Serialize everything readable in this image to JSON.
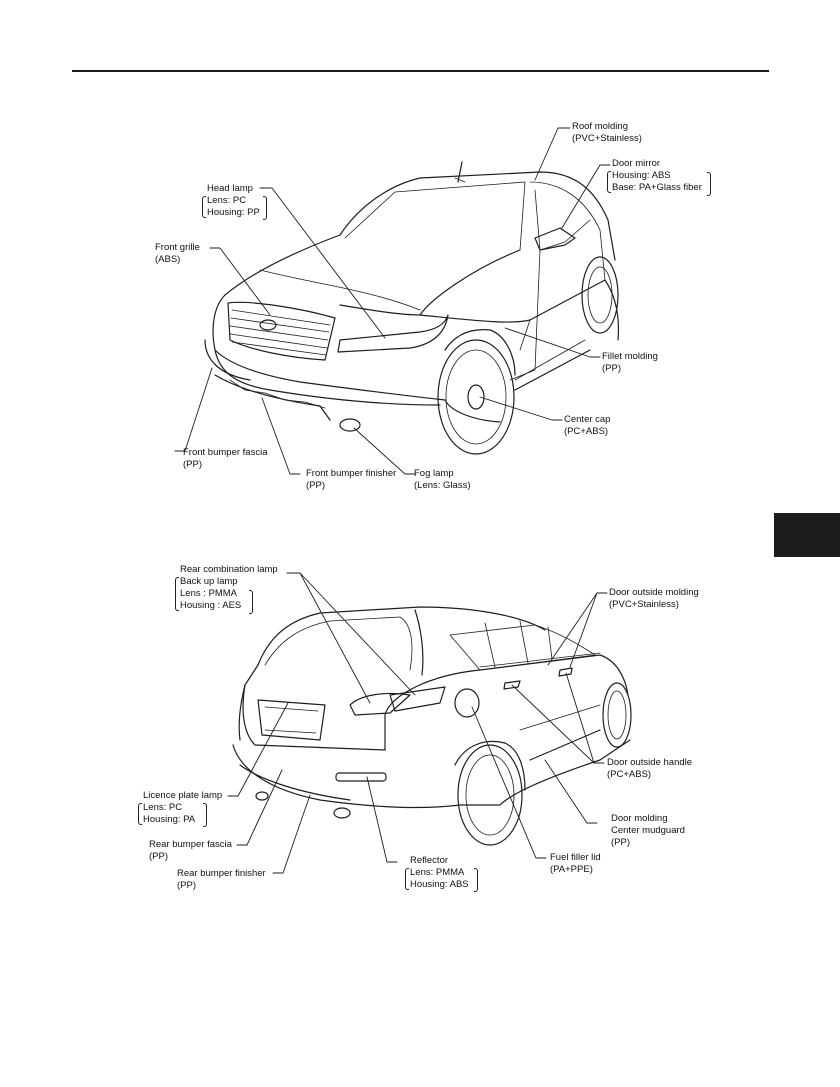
{
  "figure_front": {
    "labels": {
      "roof_molding": [
        "Roof molding",
        "(PVC+Stainless)"
      ],
      "door_mirror": [
        "Door mirror",
        "Housing: ABS",
        "Base: PA+Glass fiber"
      ],
      "head_lamp": [
        "Head lamp",
        "Lens: PC",
        "Housing: PP"
      ],
      "front_grille": [
        "Front grille",
        "(ABS)"
      ],
      "fillet_molding": [
        "Fillet molding",
        "(PP)"
      ],
      "center_cap": [
        "Center cap",
        "(PC+ABS)"
      ],
      "front_bumper_fascia": [
        "Front bumper fascia",
        "(PP)"
      ],
      "front_bumper_finisher": [
        "Front bumper finisher",
        "(PP)"
      ],
      "fog_lamp": [
        "Fog lamp",
        "(Lens: Glass)"
      ]
    }
  },
  "figure_rear": {
    "labels": {
      "rear_combination_lamp": [
        "Rear combination lamp",
        "Back up lamp",
        "Lens : PMMA",
        "Housing : AES"
      ],
      "door_outside_molding": [
        "Door outside molding",
        "(PVC+Stainless)"
      ],
      "door_outside_handle": [
        "Door outside handle",
        "(PC+ABS)"
      ],
      "licence_plate_lamp": [
        "Licence plate lamp",
        "Lens: PC",
        "Housing: PA"
      ],
      "rear_bumper_fascia": [
        "Rear bumper fascia",
        "(PP)"
      ],
      "door_molding": [
        "Door molding",
        "Center mudguard",
        "(PP)"
      ],
      "rear_bumper_finisher": [
        "Rear bumper finisher",
        "(PP)"
      ],
      "reflector": [
        "Reflector",
        "Lens: PMMA",
        "Housing: ABS"
      ],
      "fuel_filler_lid": [
        "Fuel filler lid",
        "(PA+PPE)"
      ]
    }
  }
}
